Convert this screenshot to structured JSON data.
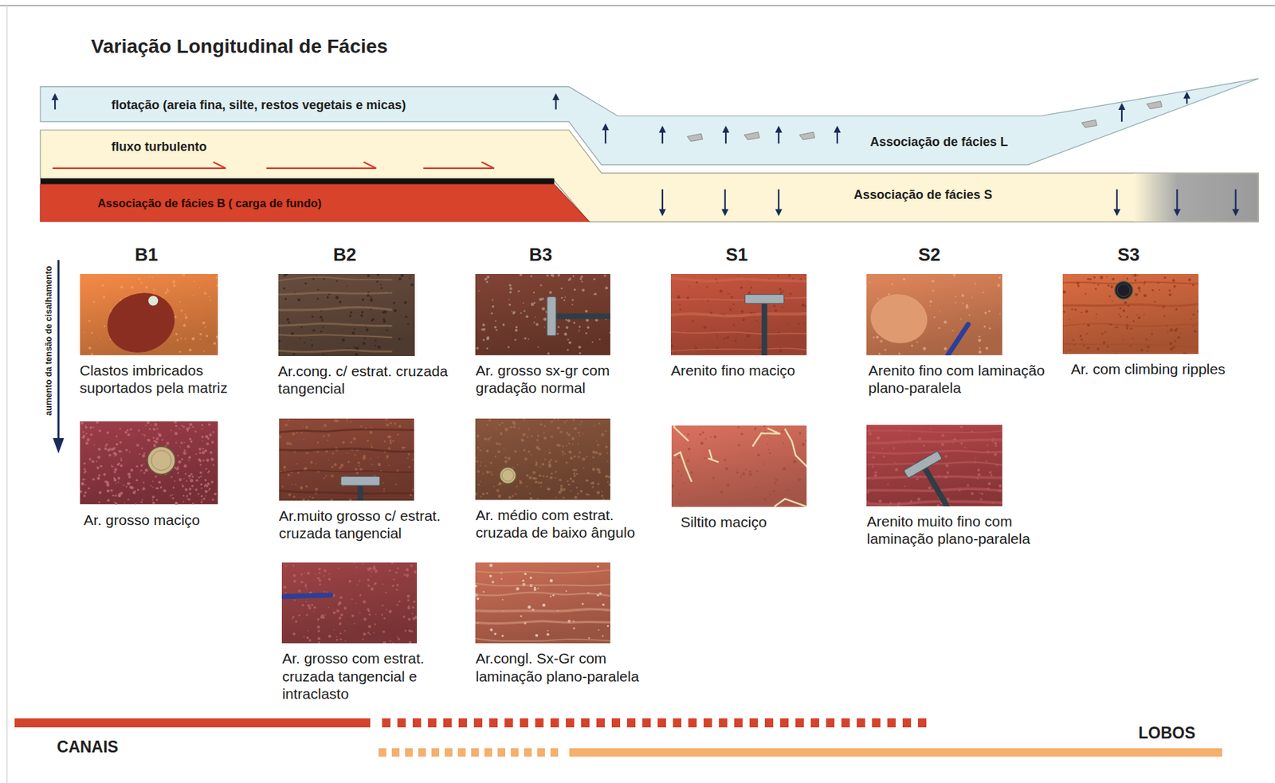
{
  "diagram": {
    "title": "Variação Longitudinal de Fácies",
    "nodes": [
      {
        "text": [
          "flotação (areia fina, silte, restos vegetais e micas)",
          "Associação de fácies L"
        ]
      },
      {
        "text": [
          "fluxo turbulento",
          "Associação de fácies S"
        ]
      },
      {
        "text": [
          "Associação de fácies B ( carga de fundo)"
        ]
      },
      {
        "text": [
          "Clastos imbricados suportados pela matriz"
        ]
      },
      {
        "text": [
          "Ar. grosso maciço"
        ]
      },
      {
        "text": [
          "Ar.cong. c/ estrat. cruzada tangencial"
        ]
      },
      {
        "text": [
          "Ar.muito grosso c/ estrat. cruzada tangencial"
        ]
      },
      {
        "text": [
          "Ar. grosso com estrat. cruzada tangencial e intraclasto"
        ]
      },
      {
        "text": [
          "Ar. grosso sx-gr com gradação normal"
        ]
      },
      {
        "text": [
          "Ar. médio com estrat. cruzada de baixo ângulo"
        ]
      },
      {
        "text": [
          "Ar.congl. Sx-Gr com laminação plano-paralela"
        ]
      },
      {
        "text": [
          "Arenito fino maciço"
        ]
      },
      {
        "text": [
          "Siltito maciço"
        ]
      },
      {
        "text": [
          "Arenito fino com laminação plano-paralela"
        ]
      },
      {
        "text": [
          "Arenito muito fino com laminação plano-paralela"
        ]
      },
      {
        "text": [
          "Ar. com climbing ripples"
        ]
      }
    ],
    "labels": [
      "B1",
      "B2",
      "B3",
      "S1",
      "S2",
      "S3",
      "aumento da tensão de cisalhamento",
      "CANAIS",
      "LOBOS"
    ]
  }
}
